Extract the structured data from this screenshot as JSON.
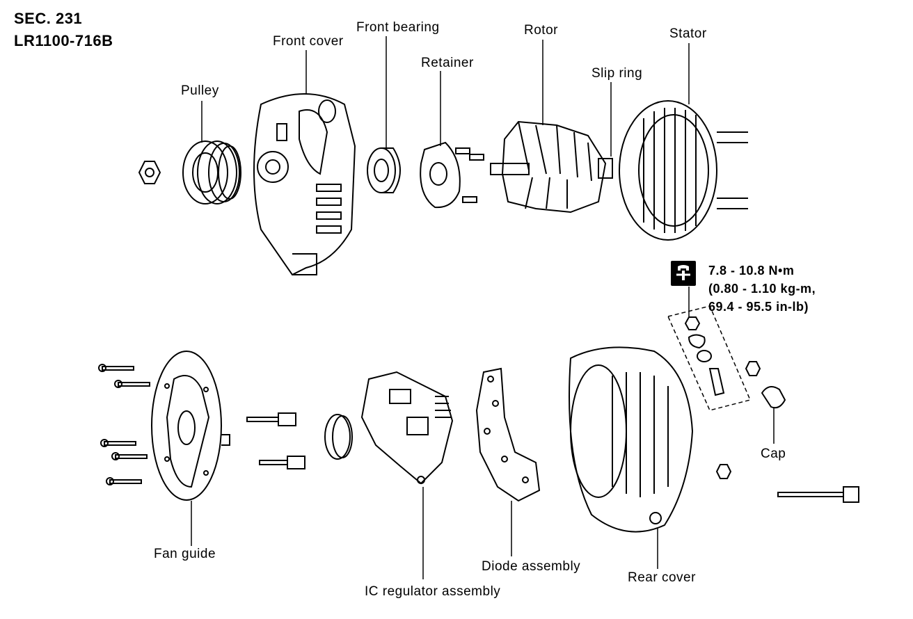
{
  "header": {
    "section": "SEC. 231",
    "code": "LR1100-716B"
  },
  "labels": {
    "pulley": "Pulley",
    "front_cover": "Front cover",
    "front_bearing": "Front bearing",
    "retainer": "Retainer",
    "rotor": "Rotor",
    "slip_ring": "Slip ring",
    "stator": "Stator",
    "fan_guide": "Fan guide",
    "ic_regulator": "IC regulator assembly",
    "diode_assembly": "Diode assembly",
    "rear_cover": "Rear cover",
    "cap": "Cap"
  },
  "torque": {
    "icon": "torque-wrench-icon",
    "line1": "7.8 - 10.8 N•m",
    "line2": "(0.80 - 1.10 kg-m,",
    "line3": "69.4 - 95.5 in-lb)"
  }
}
